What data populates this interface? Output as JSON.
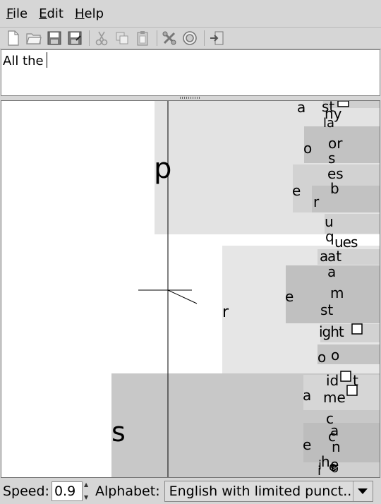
{
  "menu": {
    "file": {
      "label": "File",
      "mnemonic": "F",
      "rest": "ile"
    },
    "edit": {
      "label": "Edit",
      "mnemonic": "E",
      "rest": "dit"
    },
    "help": {
      "label": "Help",
      "mnemonic": "H",
      "rest": "elp"
    }
  },
  "toolbar": {
    "icons": [
      "new-file-icon",
      "open-folder-icon",
      "save-icon",
      "save-as-icon",
      "cut-icon",
      "copy-icon",
      "paste-icon",
      "preferences-icon",
      "target-icon",
      "exit-icon"
    ]
  },
  "editor": {
    "text": "All the"
  },
  "canvas": {
    "letters": [
      "p",
      "r",
      "s",
      "a",
      "o",
      "e",
      "r",
      "o",
      "e",
      "e",
      "a",
      "e",
      "i",
      "a",
      "st",
      "ny",
      "la",
      "or",
      "s",
      "es",
      "b",
      "u",
      "q",
      "ues",
      "at",
      "a",
      "m",
      "st",
      "ight",
      "o",
      "id",
      "t",
      "me",
      "c",
      "a",
      "c",
      "n",
      "h",
      "e",
      "i",
      "o"
    ]
  },
  "status": {
    "speed_label": "Speed:",
    "speed_value": "0.9",
    "alphabet_label": "Alphabet:",
    "alphabet_value": "English with limited punct..."
  },
  "colors": {
    "box_light": "#e3e3e3",
    "box_mid": "#d2d2d2",
    "box_dark": "#c0c0c0",
    "chrome": "#d6d6d6"
  }
}
